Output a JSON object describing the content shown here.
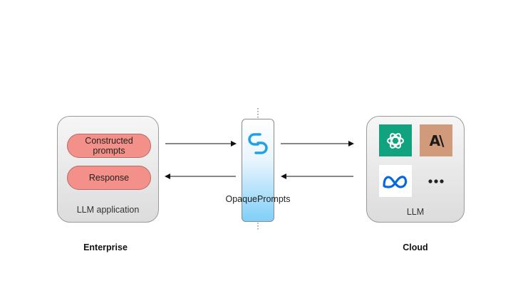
{
  "enterprise": {
    "heading": "Enterprise",
    "panel_label": "LLM application",
    "prompts_label": "Constructed prompts",
    "response_label": "Response"
  },
  "middle": {
    "label": "OpaquePrompts",
    "icon": "link-chain-icon"
  },
  "cloud": {
    "heading": "Cloud",
    "panel_label": "LLM",
    "providers": [
      {
        "icon": "openai-logo-icon",
        "color": "#11a37f"
      },
      {
        "icon": "anthropic-logo-icon",
        "text": "A\\",
        "color": "#d19a7a"
      },
      {
        "icon": "meta-logo-icon",
        "color": "#0668e1"
      },
      {
        "icon": "more-dots-icon"
      }
    ]
  },
  "arrows": [
    {
      "from": "enterprise",
      "to": "opaqueprompts"
    },
    {
      "from": "opaqueprompts",
      "to": "cloud"
    },
    {
      "from": "cloud",
      "to": "opaqueprompts"
    },
    {
      "from": "opaqueprompts",
      "to": "enterprise"
    }
  ]
}
